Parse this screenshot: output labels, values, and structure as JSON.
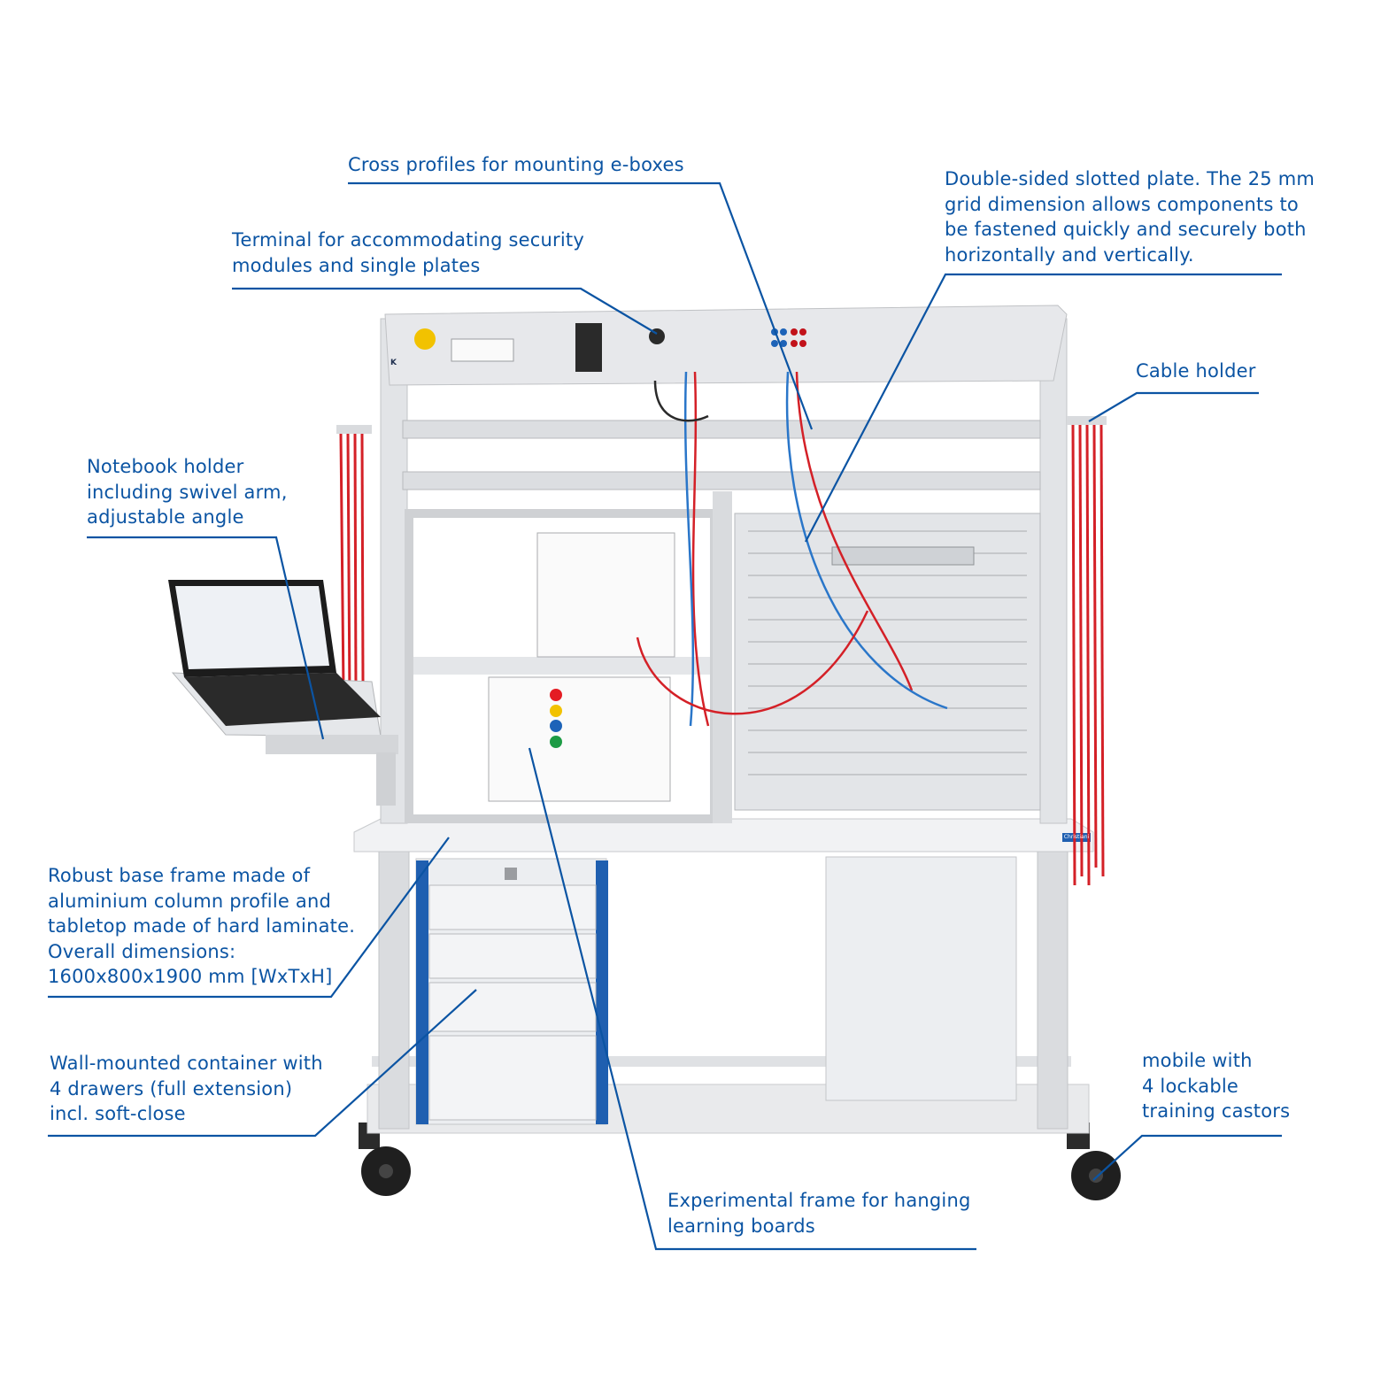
{
  "accent_color": "#0b54a3",
  "callouts": {
    "cross_profiles": {
      "lines": [
        "Cross profiles for mounting e-boxes"
      ]
    },
    "terminal": {
      "lines": [
        "Terminal for accommodating security",
        "modules and single plates"
      ]
    },
    "slotted_plate": {
      "lines": [
        "Double-sided slotted plate. The 25 mm",
        "grid dimension allows components to",
        "be fastened quickly and securely both",
        "horizontally and vertically."
      ]
    },
    "cable_holder": {
      "lines": [
        "Cable holder"
      ]
    },
    "notebook_holder": {
      "lines": [
        "Notebook holder",
        "including swivel arm,",
        "adjustable angle"
      ]
    },
    "base_frame": {
      "lines": [
        "Robust base frame made of",
        "aluminium column profile and",
        "tabletop made of hard laminate.",
        "Overall dimensions:",
        "1600x800x1900 mm [WxTxH]"
      ]
    },
    "container": {
      "lines": [
        "Wall-mounted container with",
        "4 drawers (full extension)",
        "incl. soft-close"
      ]
    },
    "castors": {
      "lines": [
        "mobile with",
        "4 lockable",
        "training castors"
      ]
    },
    "experimental_frame": {
      "lines": [
        "Experimental frame for hanging",
        "learning boards"
      ]
    }
  },
  "product": {
    "brand_badge": "Christiani",
    "logo_letter": "K"
  }
}
